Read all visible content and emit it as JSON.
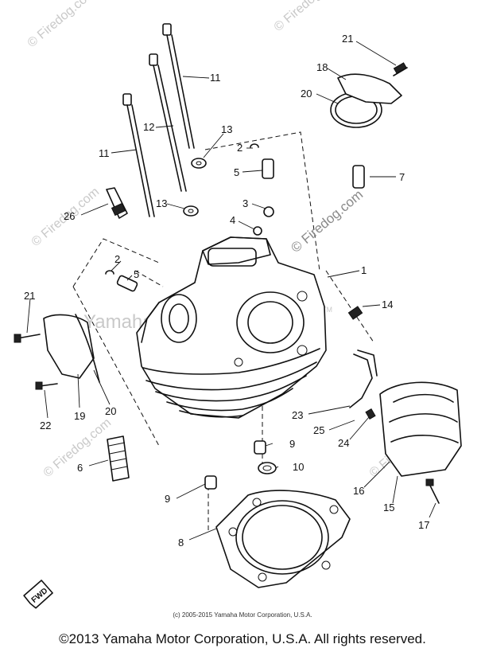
{
  "watermarks": {
    "center": "Yamaha Motor Corp. U.S.A.",
    "tm": "TM",
    "site": "© Firedog.com",
    "repeat": "© Firedog.com"
  },
  "fwd_label": "FWD",
  "footer": {
    "small": "(c) 2005-2015 Yamaha Motor Corporation, U.S.A.",
    "main": "©2013 Yamaha Motor Corporation, U.S.A. All rights reserved."
  },
  "callouts": [
    {
      "id": "c21a",
      "text": "21"
    },
    {
      "id": "c18",
      "text": "18"
    },
    {
      "id": "c20a",
      "text": "20"
    },
    {
      "id": "c11a",
      "text": "11"
    },
    {
      "id": "c12",
      "text": "12"
    },
    {
      "id": "c11b",
      "text": "11"
    },
    {
      "id": "c13a",
      "text": "13"
    },
    {
      "id": "c2a",
      "text": "2"
    },
    {
      "id": "c5a",
      "text": "5"
    },
    {
      "id": "c7",
      "text": "7"
    },
    {
      "id": "c3",
      "text": "3"
    },
    {
      "id": "c4",
      "text": "4"
    },
    {
      "id": "c13b",
      "text": "13"
    },
    {
      "id": "c26",
      "text": "26"
    },
    {
      "id": "c1",
      "text": "1"
    },
    {
      "id": "c2b",
      "text": "2"
    },
    {
      "id": "c5b",
      "text": "5"
    },
    {
      "id": "c14",
      "text": "14"
    },
    {
      "id": "c21b",
      "text": "21"
    },
    {
      "id": "c20b",
      "text": "20"
    },
    {
      "id": "c19",
      "text": "19"
    },
    {
      "id": "c22",
      "text": "22"
    },
    {
      "id": "c23",
      "text": "23"
    },
    {
      "id": "c25",
      "text": "25"
    },
    {
      "id": "c24",
      "text": "24"
    },
    {
      "id": "c6",
      "text": "6"
    },
    {
      "id": "c9a",
      "text": "9"
    },
    {
      "id": "c10",
      "text": "10"
    },
    {
      "id": "c9b",
      "text": "9"
    },
    {
      "id": "c16",
      "text": "16"
    },
    {
      "id": "c15",
      "text": "15"
    },
    {
      "id": "c17",
      "text": "17"
    },
    {
      "id": "c8",
      "text": "8"
    }
  ]
}
